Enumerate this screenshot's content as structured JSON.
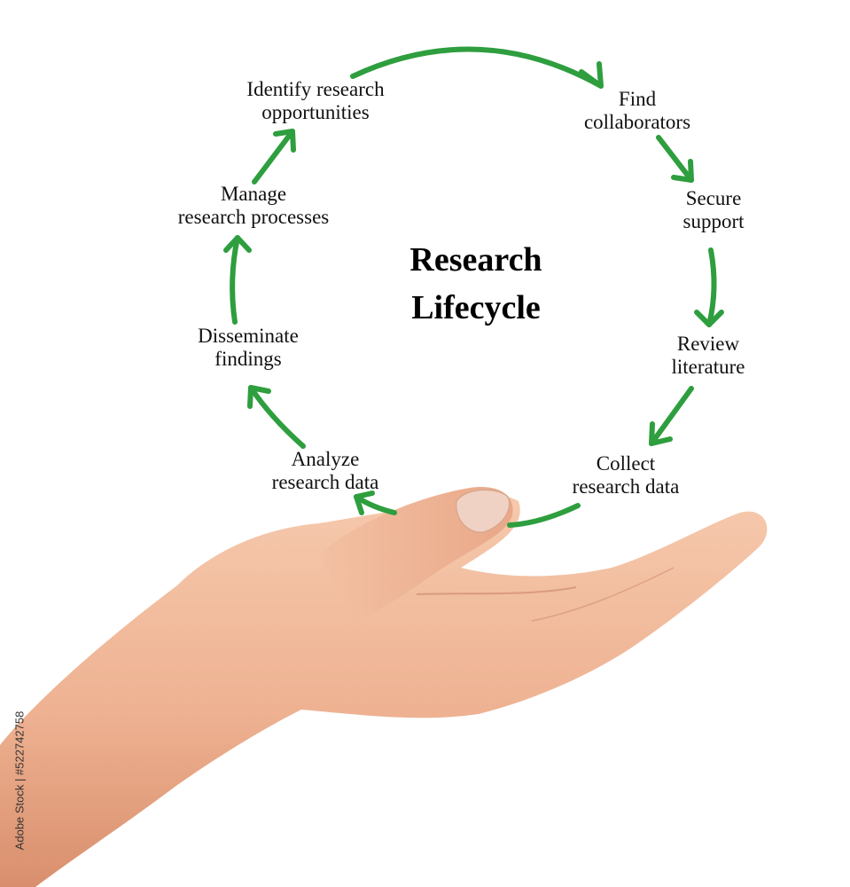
{
  "diagram": {
    "title_lines": [
      "Research",
      "Lifecycle"
    ],
    "steps": [
      {
        "lines": [
          "Identify research",
          "opportunities"
        ]
      },
      {
        "lines": [
          "Find",
          "collaborators"
        ]
      },
      {
        "lines": [
          "Secure",
          "support"
        ]
      },
      {
        "lines": [
          "Review",
          "literature"
        ]
      },
      {
        "lines": [
          "Collect",
          "research data"
        ]
      },
      {
        "lines": [
          "Analyze",
          "research data"
        ]
      },
      {
        "lines": [
          "Disseminate",
          "findings"
        ]
      },
      {
        "lines": [
          "Manage",
          "research processes"
        ]
      }
    ],
    "arrow_color": "#2e9e3e",
    "text_color": "#111111"
  },
  "photo": {
    "subject": "open palm hand holding the cycle",
    "stock_id": "Adobe Stock | #522742758"
  }
}
